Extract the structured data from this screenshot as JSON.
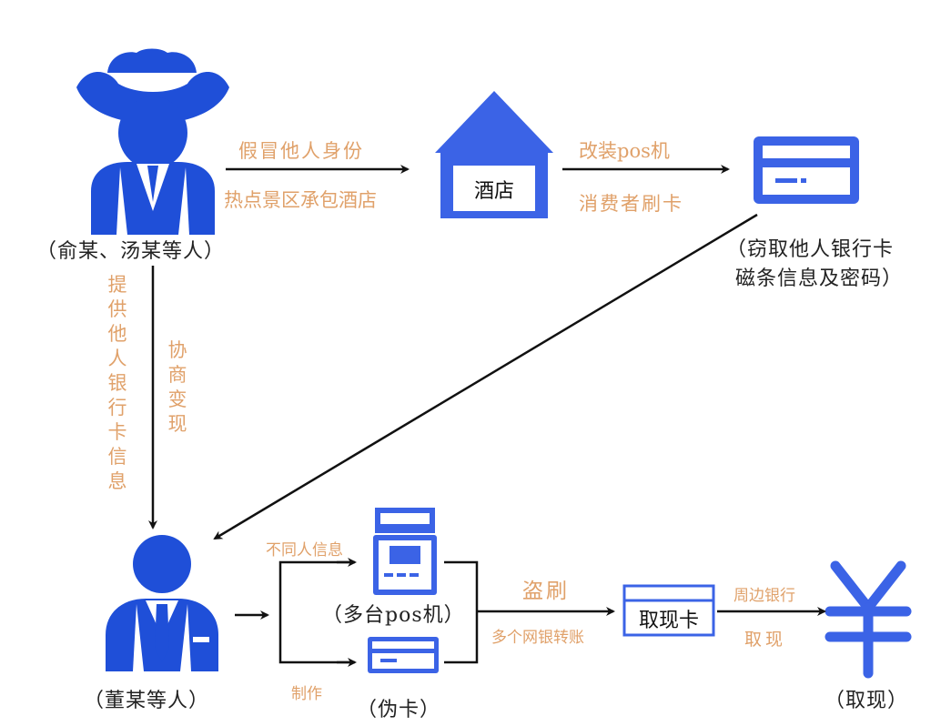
{
  "colors": {
    "accent": "#3b63e6",
    "dark_blue": "#1f4fd8",
    "label": "#e0a16a",
    "arrow": "#111111"
  },
  "actors": {
    "yu": {
      "icon": "cowboy-person-icon",
      "caption": "（俞某、汤某等人）"
    },
    "dong": {
      "icon": "suited-person-icon",
      "caption": "（董某等人）"
    }
  },
  "hotel": {
    "icon": "hotel-house-icon",
    "label": "酒店"
  },
  "stolen_card": {
    "icon": "bank-card-icon",
    "caption_line1": "（窃取他人银行卡",
    "caption_line2": "磁条信息及密码）"
  },
  "pos_machines": {
    "icon": "pos-machine-icon",
    "caption": "（多台pos机）"
  },
  "fake_card": {
    "icon": "bank-card-icon",
    "caption": "（伪卡）"
  },
  "cash_card": {
    "label": "取现卡"
  },
  "cash": {
    "icon": "yuan-icon",
    "caption": "（取现）"
  },
  "edges": {
    "impersonate": "假冒他人身份",
    "contract_hotel": "热点景区承包酒店",
    "modify_pos": "改装pos机",
    "consumer_swipe": "消费者刷卡",
    "provide_info": "提供他人银行卡信息",
    "negotiate_cash": "协商变现",
    "diff_person_info": "不同人信息",
    "make": "制作",
    "steal_swipe": "盗刷",
    "multi_transfer": "多个网银转账",
    "nearby_bank": "周边银行",
    "withdraw": "取现"
  }
}
